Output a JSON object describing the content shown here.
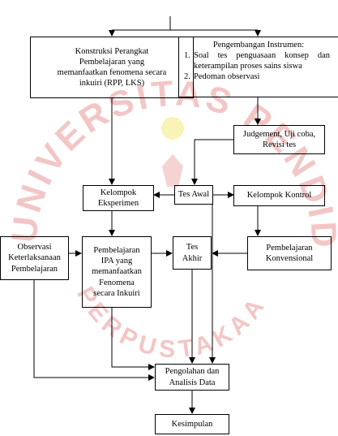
{
  "watermark": {
    "text": "UNIVERSITAS PENDIDIKAN INDONESIA",
    "bottom_text": "PERPUSTAKAAN",
    "color": "#f3c6c6"
  },
  "nodes": {
    "konstruksi": {
      "lines": [
        "Konstruksi Perangkat",
        "Pembelajaran yang",
        "memanfaatkan fenomena secara",
        "inkuiri (RPP, LKS)"
      ]
    },
    "pengembangan": {
      "title": "Pengembangan Instrumen:",
      "item1_num": "1.",
      "item1_line1": "Soal tes penguasaan konsep dan",
      "item1_line2": "keterampilan proses sains siswa",
      "item2_num": "2.",
      "item2_line1": "Pedoman observasi"
    },
    "judgement": {
      "lines": [
        "Judgement, Uji coba,",
        "Revisi tes"
      ]
    },
    "eksperimen": {
      "lines": [
        "Kelompok",
        "Eksperimen"
      ]
    },
    "tes_awal": {
      "lines": [
        "Tes Awal"
      ]
    },
    "kontrol": {
      "lines": [
        "Kelompok Kontrol"
      ]
    },
    "observasi": {
      "lines": [
        "Observasi",
        "Keterlaksanaan",
        "Pembelajaran"
      ]
    },
    "pembelajaran_ipa": {
      "lines": [
        "Pembelajaran",
        "IPA yang",
        "memanfaatkan",
        "Fenomena",
        "secara Inkuiri"
      ]
    },
    "tes_akhir": {
      "lines": [
        "Tes",
        "Akhir"
      ]
    },
    "konvensional": {
      "lines": [
        "Pembelajaran",
        "Konvensional"
      ]
    },
    "pengolahan": {
      "lines": [
        "Pengolahan dan",
        "Analisis Data"
      ]
    },
    "kesimpulan": {
      "lines": [
        "Kesimpulan"
      ]
    }
  },
  "colors": {
    "line": "#000000",
    "seal": "#f9f3b8"
  }
}
